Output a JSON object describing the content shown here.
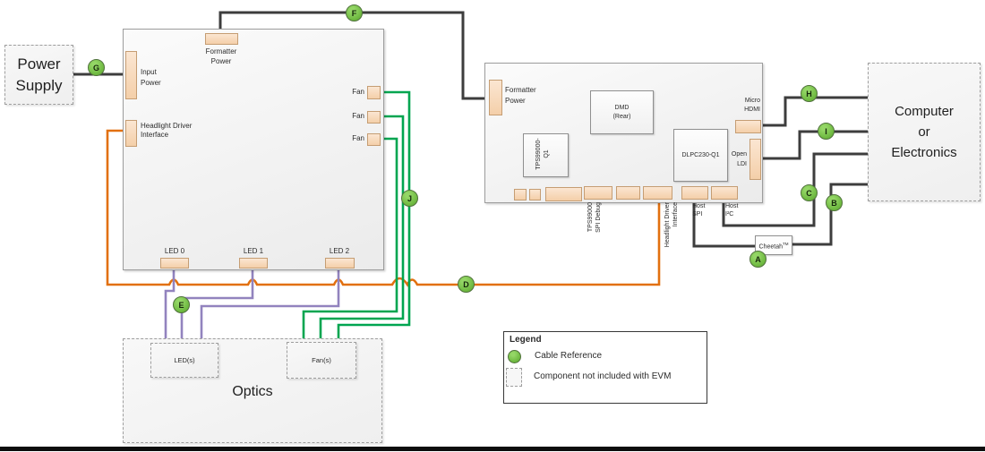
{
  "badges": {
    "a": "A",
    "b": "B",
    "c": "C",
    "d": "D",
    "e": "E",
    "f": "F",
    "g": "G",
    "h": "H",
    "i": "I",
    "j": "J"
  },
  "power_supply": {
    "line1": "Power",
    "line2": "Supply"
  },
  "computer": {
    "line1": "Computer",
    "line2": "or",
    "line3": "Electronics"
  },
  "left_board": {
    "formatter_power": {
      "line1": "Formatter",
      "line2": "Power"
    },
    "input_power": {
      "line1": "Input",
      "line2": "Power"
    },
    "headlight_interface": {
      "line1": "Headlight Driver",
      "line2": "Interface"
    },
    "fan_labels": [
      "Fan",
      "Fan",
      "Fan"
    ],
    "led_labels": [
      "LED 0",
      "LED 1",
      "LED 2"
    ]
  },
  "right_board": {
    "formatter_power": {
      "line1": "Formatter",
      "line2": "Power"
    },
    "dmd": {
      "line1": "DMD",
      "line2": "(Rear)"
    },
    "tps_chip": {
      "line1": "TPS99000-",
      "line2": "Q1"
    },
    "dlpc_chip": "DLPC230-Q1",
    "micro_hdmi": {
      "line1": "Micro",
      "line2": "HDMI"
    },
    "open_ldi": {
      "line1": "Open",
      "line2": "LDI"
    },
    "spi_debug": {
      "line1": "TPS99000",
      "line2": "SPI Debug"
    },
    "headlight_interface": {
      "line1": "Headlight Driver",
      "line2": "Interface"
    },
    "host_spi": {
      "line1": "Host",
      "line2": "SPI"
    },
    "host_i2c": {
      "line1": "Host",
      "line2": "I²C"
    }
  },
  "cheetah": {
    "name": "Cheetah",
    "tm": "TM"
  },
  "optics": {
    "title": "Optics",
    "led_box": "LED(s)",
    "fan_box": "Fan(s)"
  },
  "legend": {
    "title": "Legend",
    "cable_reference": "Cable Reference",
    "component_note": "Component not included with EVM"
  },
  "colors": {
    "cable_dark": "#3d3d3d",
    "cable_green": "#00a550",
    "cable_purple": "#9283be",
    "cable_orange": "#e2700f",
    "badge_fill": "#6db83f",
    "badge_border": "#50713c",
    "connector_fill": "#f4cfa9"
  }
}
